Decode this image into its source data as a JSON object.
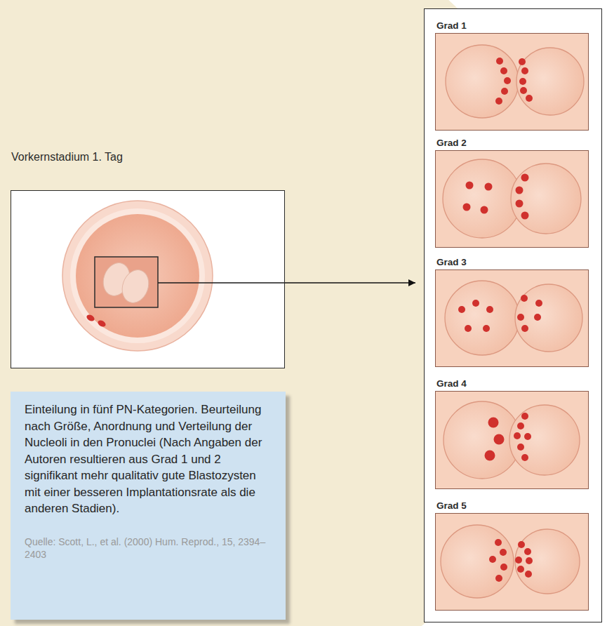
{
  "diagram": {
    "nodes": [
      {
        "text": [
          "Vorkernstadium 1. Tag"
        ]
      },
      {
        "text": [
          "Einteilung in fünf PN-Kategorien. Beurteilung nach Größe, Anordnung und Verteilung der Nucleoli in den Pronuclei (Nach Angaben der Autoren resultieren aus Grad 1 und 2 signifikant mehr qualitativ gute Blastozysten mit einer besseren Implantationsrate als die anderen Stadien).",
          "Quelle: Scott, L., et al. (2000) Hum. Reprod., 15, 2394–2403"
        ]
      },
      {
        "text": []
      },
      {
        "text": [
          "Grad 1"
        ],
        "in": 2
      },
      {
        "text": [
          "Grad 2"
        ],
        "in": 2
      },
      {
        "text": [
          "Grad 3"
        ],
        "in": 2
      },
      {
        "text": [
          "Grad 4"
        ],
        "in": 2
      },
      {
        "text": [
          "Grad 5"
        ],
        "in": 2
      }
    ],
    "edges": [
      {
        "from": 0,
        "to": 2,
        "arrow": "to"
      }
    ]
  }
}
